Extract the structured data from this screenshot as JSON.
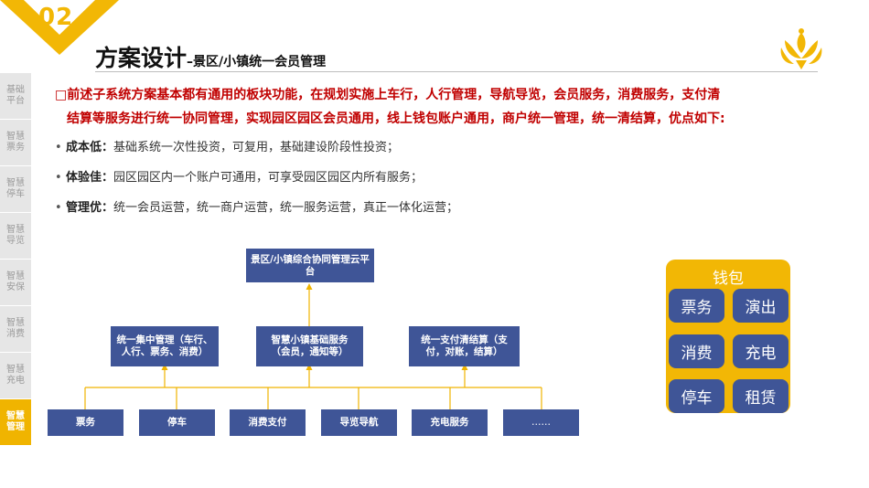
{
  "badge": {
    "number": "02"
  },
  "title": {
    "main": "方案设计",
    "sub": "–景区/小镇统一会员管理"
  },
  "sidebar": {
    "items": [
      {
        "label": "基础平台",
        "active": false
      },
      {
        "label": "智慧票务",
        "active": false
      },
      {
        "label": "智慧停车",
        "active": false
      },
      {
        "label": "智慧导览",
        "active": false
      },
      {
        "label": "智慧安保",
        "active": false
      },
      {
        "label": "智慧消费",
        "active": false
      },
      {
        "label": "智慧充电",
        "active": false
      },
      {
        "label": "智慧管理",
        "active": true
      }
    ]
  },
  "intro": {
    "line1": "□前述子系统方案基本都有通用的板块功能，在规划实施上车行，人行管理，导航导览，会员服务，消费服务，支付清",
    "line2": "结算等服务进行统一协同管理，实现园区园区会员通用，线上钱包账户通用，商户统一管理，统一清结算，优点如下:"
  },
  "bullets": [
    {
      "label": "成本低：",
      "text": "基础系统一次性投资，可复用，基础建设阶段性投资；"
    },
    {
      "label": "体验佳：",
      "text": "园区园区内一个账户可通用，可享受园区园区内所有服务；"
    },
    {
      "label": "管理优：",
      "text": "统一会员运营，统一商户运营，统一服务运营，真正一体化运营；"
    }
  ],
  "diagram": {
    "top": "景区/小镇综合协同管理云平台",
    "middle": [
      "统一集中管理（车行、人行、票务、消费）",
      "智慧小镇基础服务（会员，通知等）",
      "统一支付清结算（支付，对账，结算）"
    ],
    "bottom": [
      "票务",
      "停车",
      "消费支付",
      "导览导航",
      "充电服务",
      "……"
    ]
  },
  "wallet": {
    "title": "钱包",
    "items": [
      "票务",
      "演出",
      "消费",
      "充电",
      "停车",
      "租赁"
    ]
  },
  "colors": {
    "accent": "#f2b705",
    "box": "#3f5597",
    "emphasis": "#c00000",
    "connector": "#f0b400"
  }
}
